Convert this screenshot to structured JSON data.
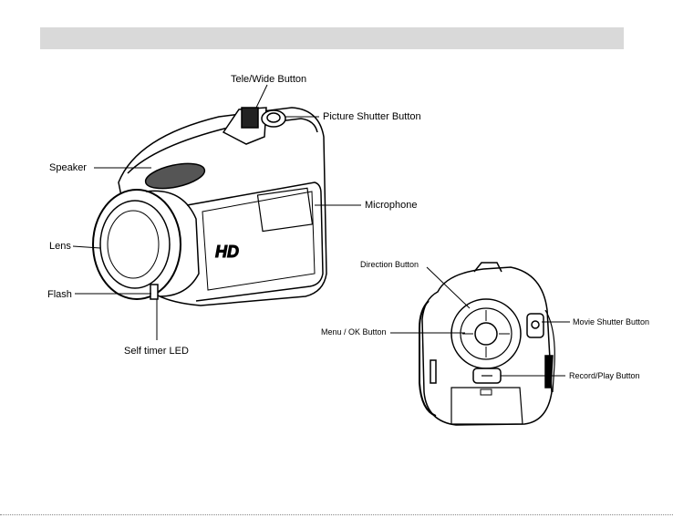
{
  "labels": {
    "tele_wide": "Tele/Wide Button",
    "picture_shutter": "Picture Shutter Button",
    "speaker": "Speaker",
    "microphone": "Microphone",
    "lens": "Lens",
    "flash": "Flash",
    "self_timer": "Self timer LED",
    "direction": "Direction Button",
    "menu_ok": "Menu / OK Button",
    "movie_shutter": "Movie Shutter Button",
    "record_play": "Record/Play Button"
  },
  "body_text": {
    "hd_badge": "HD"
  }
}
